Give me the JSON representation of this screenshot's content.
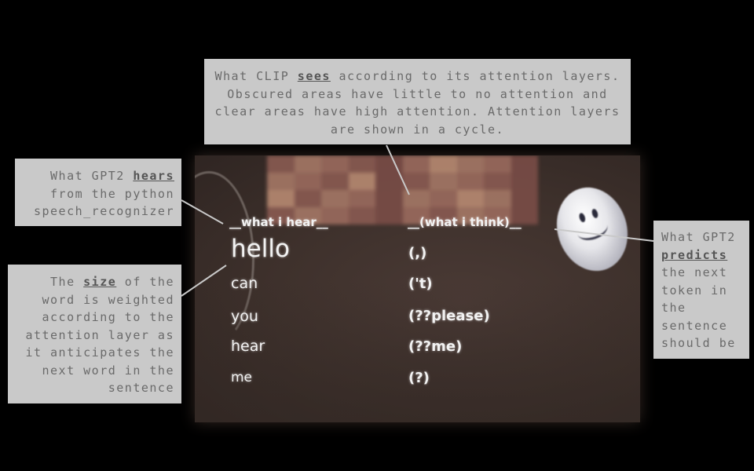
{
  "callouts": {
    "clip": {
      "pre": "What CLIP ",
      "key": "sees",
      "post": " according to its attention layers. Obscured areas have little to no attention and clear areas have high attention. Attention layers are shown in a cycle."
    },
    "hears": {
      "pre": "What GPT2 ",
      "key": "hears",
      "post": " from the python speech_recognizer"
    },
    "size": {
      "pre": "The ",
      "key": "size",
      "post": " of the word is weighted according to the attention layer as it anticipates the next word in the sentence"
    },
    "predicts": {
      "pre": "What GPT2 ",
      "key": "predicts",
      "post": " the next token in the sentence should be"
    }
  },
  "video": {
    "header_hear": "__what i hear__",
    "header_think": "__(what i think)__",
    "heard_words": [
      "hello",
      "can",
      "you",
      "hear",
      "me"
    ],
    "predictions": [
      "(,)",
      "('t)",
      "(??please)",
      "(??me)",
      "(?)"
    ]
  },
  "colors": {
    "background": "#000000",
    "callout_bg": "#c9c9c9",
    "callout_text": "#6a6a6a",
    "connector": "#c9c9c9"
  }
}
